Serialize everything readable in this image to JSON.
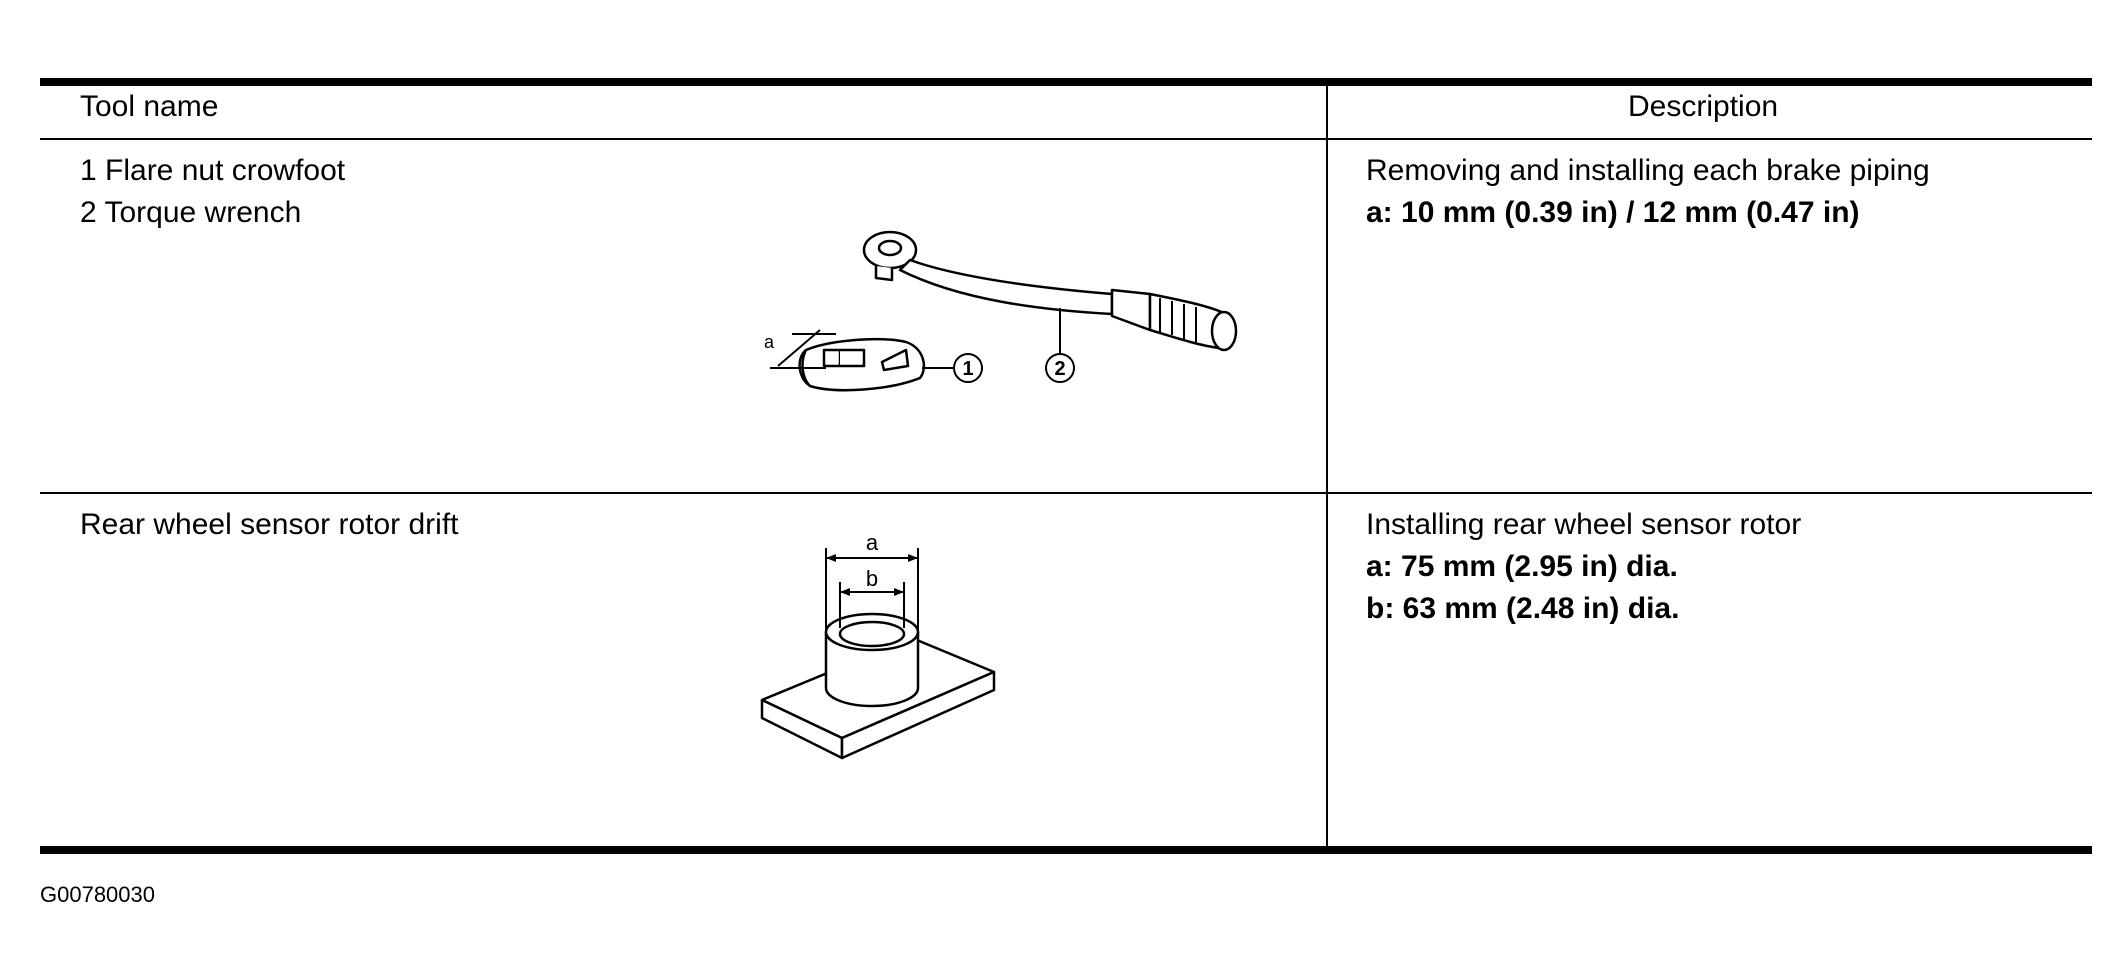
{
  "table": {
    "headers": {
      "tool_name": "Tool name",
      "description": "Description"
    },
    "rows": [
      {
        "tool_lines": [
          "1 Flare nut crowfoot",
          "2 Torque wrench"
        ],
        "description_lines": [
          "Removing and installing each brake piping"
        ],
        "spec_lines": [
          "a: 10 mm (0.39 in) / 12 mm (0.47 in)"
        ],
        "figure_labels": {
          "dim": "a",
          "callout_1": "1",
          "callout_2": "2"
        }
      },
      {
        "tool_lines": [
          "Rear wheel sensor rotor drift"
        ],
        "description_lines": [
          "Installing rear wheel sensor rotor"
        ],
        "spec_lines": [
          "a: 75 mm (2.95 in) dia.",
          "b: 63 mm (2.48 in) dia."
        ],
        "figure_labels": {
          "dim_a": "a",
          "dim_b": "b"
        }
      }
    ]
  },
  "figure_code": "G00780030"
}
